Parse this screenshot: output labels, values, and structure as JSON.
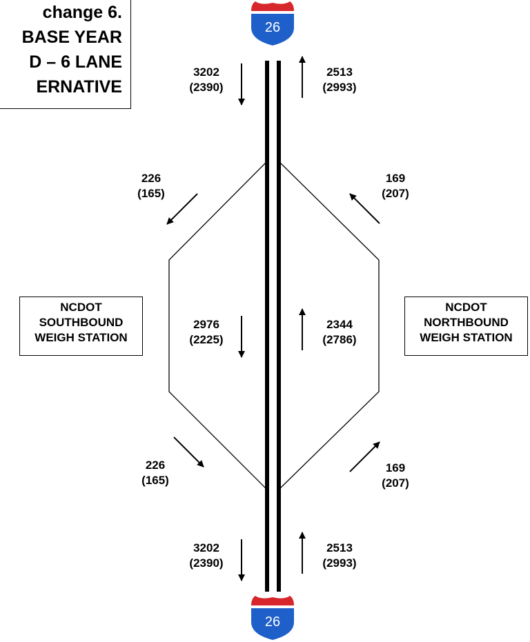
{
  "title": {
    "lines": [
      "change 6.",
      "BASE YEAR",
      "D – 6  LANE",
      "ERNATIVE"
    ]
  },
  "route_shield": {
    "number": "26",
    "top_color": "#d7262c",
    "body_color": "#1f5fc9"
  },
  "stations": {
    "southbound": {
      "lines": [
        "NCDOT",
        "SOUTHBOUND",
        "WEIGH STATION"
      ]
    },
    "northbound": {
      "lines": [
        "NCDOT",
        "NORTHBOUND",
        "WEIGH STATION"
      ]
    }
  },
  "volumes": {
    "sb_mainline_north": {
      "am": "3202",
      "pm": "(2390)",
      "direction": "down-arrow-icon"
    },
    "nb_mainline_north": {
      "am": "2513",
      "pm": "(2993)",
      "direction": "up-arrow-icon"
    },
    "sb_offramp": {
      "am": "226",
      "pm": "(165)",
      "direction": "down-left-arrow-icon"
    },
    "nb_onramp": {
      "am": "169",
      "pm": "(207)",
      "direction": "up-left-arrow-icon"
    },
    "sb_mainline_middle": {
      "am": "2976",
      "pm": "(2225)",
      "direction": "down-arrow-icon"
    },
    "nb_mainline_middle": {
      "am": "2344",
      "pm": "(2786)",
      "direction": "up-arrow-icon"
    },
    "sb_onramp": {
      "am": "226",
      "pm": "(165)",
      "direction": "down-right-arrow-icon"
    },
    "nb_offramp": {
      "am": "169",
      "pm": "(207)",
      "direction": "up-right-arrow-icon"
    },
    "sb_mainline_south": {
      "am": "3202",
      "pm": "(2390)",
      "direction": "down-arrow-icon"
    },
    "nb_mainline_south": {
      "am": "2513",
      "pm": "(2993)",
      "direction": "up-arrow-icon"
    }
  }
}
